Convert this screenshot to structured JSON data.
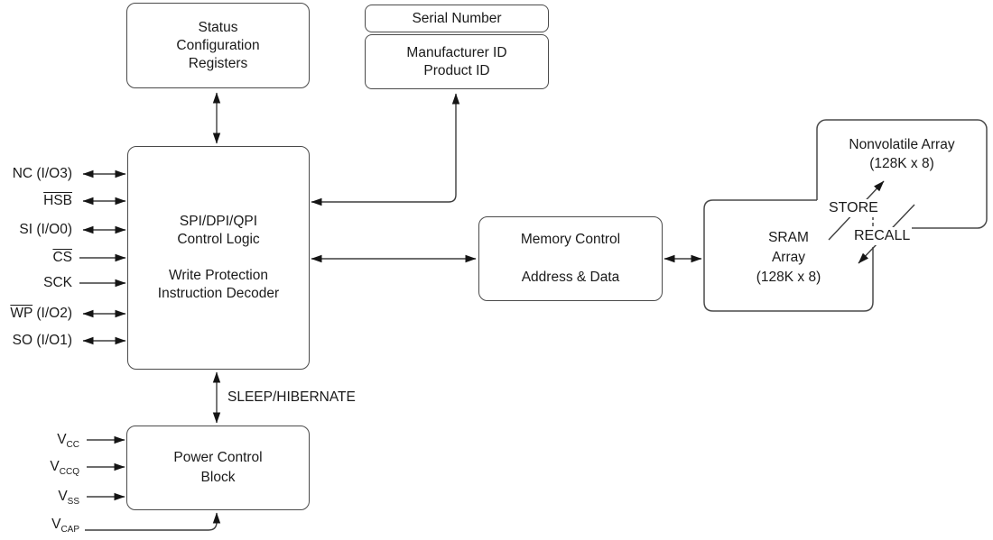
{
  "diagram": {
    "boxes": {
      "status_config": {
        "lines": [
          "Status",
          "Configuration",
          "Registers"
        ]
      },
      "serial_number": {
        "label": "Serial Number"
      },
      "manufacturer": {
        "lines": [
          "Manufacturer ID",
          "Product ID"
        ]
      },
      "spi_control": {
        "group1": [
          "SPI/DPI/QPI",
          "Control Logic"
        ],
        "group2": [
          "Write Protection",
          "Instruction Decoder"
        ]
      },
      "memory_control": {
        "lines": [
          "Memory Control",
          "Address & Data"
        ]
      },
      "sram": {
        "lines": [
          "SRAM",
          "Array",
          "(128K x 8)"
        ]
      },
      "nonvolatile": {
        "lines": [
          "Nonvolatile Array",
          "(128K x 8)"
        ]
      },
      "power_control": {
        "lines": [
          "Power Control",
          "Block"
        ]
      }
    },
    "labels": {
      "sleep": "SLEEP/HIBERNATE",
      "store": "STORE",
      "recall": "RECALL"
    },
    "pins_left": [
      {
        "overline": "",
        "rest": "NC (I/O3)",
        "dir": "bidirectional"
      },
      {
        "overline": "HSB",
        "rest": "",
        "dir": "bidirectional"
      },
      {
        "overline": "",
        "rest": "SI (I/O0)",
        "dir": "bidirectional"
      },
      {
        "overline": "CS",
        "rest": "",
        "dir": "input"
      },
      {
        "overline": "",
        "rest": "SCK",
        "dir": "input"
      },
      {
        "overline": "WP",
        "rest": " (I/O2)",
        "dir": "bidirectional"
      },
      {
        "overline": "",
        "rest": "SO (I/O1)",
        "dir": "bidirectional"
      }
    ],
    "pins_power": [
      {
        "main": "V",
        "sub": "CC"
      },
      {
        "main": "V",
        "sub": "CCQ"
      },
      {
        "main": "V",
        "sub": "SS"
      },
      {
        "main": "V",
        "sub": "CAP"
      }
    ],
    "colors": {
      "line": "#3d3d3d",
      "border": "#4a4a4a",
      "text": "#1a1a1a",
      "background": "#ffffff"
    }
  }
}
